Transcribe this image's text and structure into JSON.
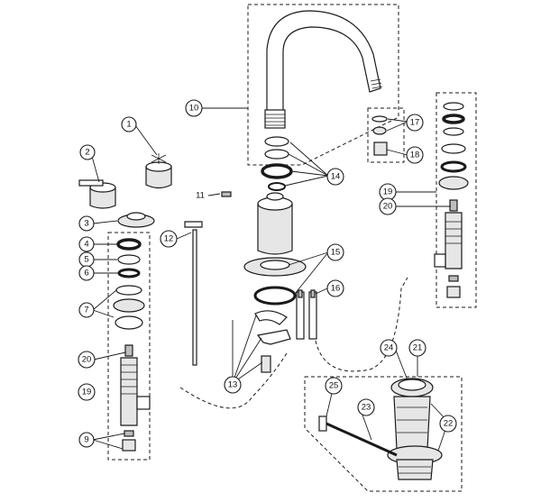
{
  "diagram": {
    "callouts": [
      {
        "id": "c1",
        "label": "1"
      },
      {
        "id": "c2",
        "label": "2"
      },
      {
        "id": "c3",
        "label": "3"
      },
      {
        "id": "c4",
        "label": "4"
      },
      {
        "id": "c5",
        "label": "5"
      },
      {
        "id": "c6",
        "label": "6"
      },
      {
        "id": "c7",
        "label": "7"
      },
      {
        "id": "c9",
        "label": "9"
      },
      {
        "id": "c10",
        "label": "10"
      },
      {
        "id": "c12",
        "label": "12"
      },
      {
        "id": "c13",
        "label": "13"
      },
      {
        "id": "c14",
        "label": "14"
      },
      {
        "id": "c15",
        "label": "15"
      },
      {
        "id": "c16",
        "label": "16"
      },
      {
        "id": "c17",
        "label": "17"
      },
      {
        "id": "c18",
        "label": "18"
      },
      {
        "id": "c19a",
        "label": "19"
      },
      {
        "id": "c19b",
        "label": "19"
      },
      {
        "id": "c20a",
        "label": "20"
      },
      {
        "id": "c20b",
        "label": "20"
      },
      {
        "id": "c21",
        "label": "21"
      },
      {
        "id": "c22",
        "label": "22"
      },
      {
        "id": "c23",
        "label": "23"
      },
      {
        "id": "c24",
        "label": "24"
      },
      {
        "id": "c25",
        "label": "25"
      }
    ],
    "plain_labels": {
      "part11": "11"
    }
  }
}
